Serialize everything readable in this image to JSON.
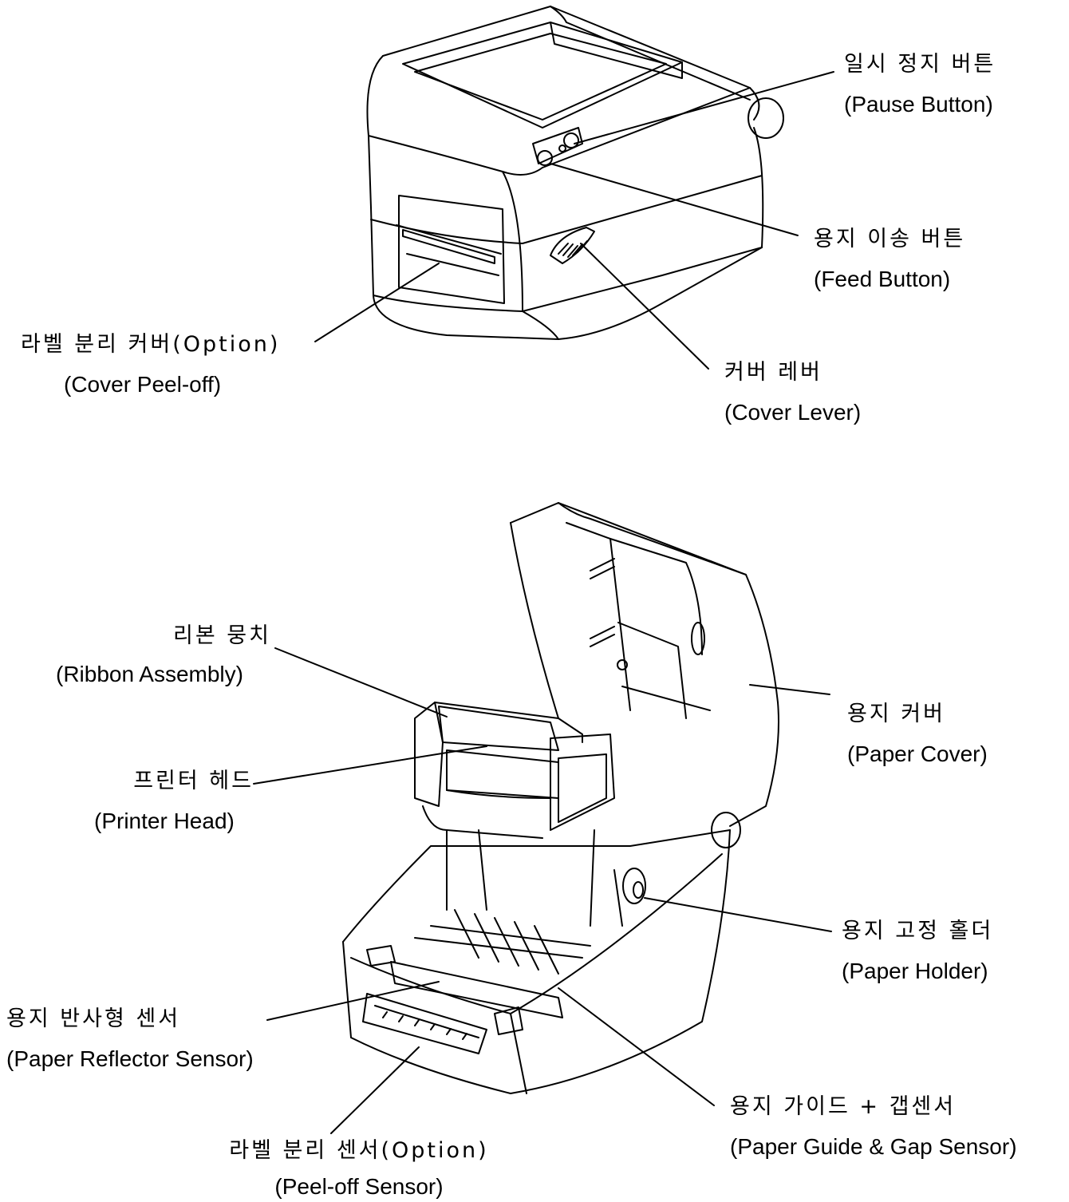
{
  "labels": {
    "pause_button": {
      "ko": "일시 정지 버튼",
      "en": "(Pause Button)"
    },
    "feed_button": {
      "ko": "용지 이송 버튼",
      "en": "(Feed Button)"
    },
    "cover_peel_off": {
      "ko": "라벨 분리 커버(Option)",
      "en": "(Cover Peel-off)"
    },
    "cover_lever": {
      "ko": "커버 레버",
      "en": "(Cover Lever)"
    },
    "ribbon_assembly": {
      "ko": "리본 뭉치",
      "en": "(Ribbon Assembly)"
    },
    "paper_cover": {
      "ko": "용지 커버",
      "en": "(Paper Cover)"
    },
    "printer_head": {
      "ko": "프린터 헤드",
      "en": "(Printer Head)"
    },
    "paper_holder": {
      "ko": "용지 고정 홀더",
      "en": "(Paper Holder)"
    },
    "paper_reflector_sensor": {
      "ko": "용지 반사형 센서",
      "en": "(Paper Reflector Sensor)"
    },
    "paper_guide_gap_sensor": {
      "ko": "용지 가이드 + 갭센서",
      "en": "(Paper Guide & Gap Sensor)"
    },
    "peel_off_sensor": {
      "ko": "라벨 분리 센서(Option)",
      "en": "(Peel-off Sensor)"
    }
  }
}
